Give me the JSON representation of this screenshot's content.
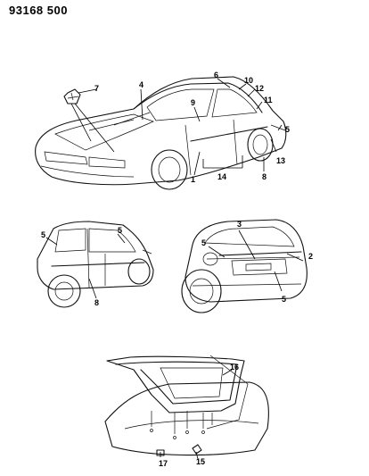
{
  "header": {
    "ref_number": "93168 500"
  },
  "callouts": {
    "c1": "1",
    "c2": "2",
    "c3": "3",
    "c4": "4",
    "c5": "5",
    "c6": "6",
    "c7": "7",
    "c8": "8",
    "c9": "9",
    "c10": "10",
    "c11": "11",
    "c12": "12",
    "c13": "13",
    "c14": "14",
    "c15": "15",
    "c16": "16",
    "c17": "17"
  }
}
